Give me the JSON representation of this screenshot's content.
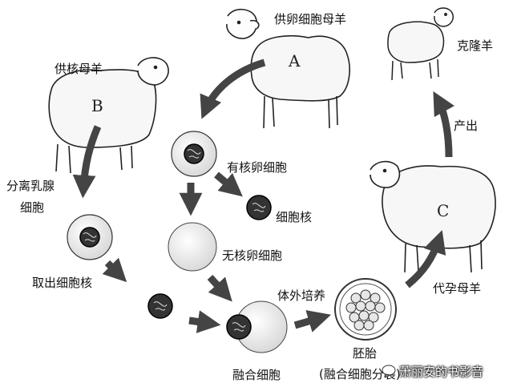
{
  "labels": {
    "donor_egg_ewe": "供卵细胞母羊",
    "cloned_sheep": "克隆羊",
    "nucleus_donor_ewe": "供核母羊",
    "separate_mammary": "分离乳腺",
    "cells": "细胞",
    "nucleated_egg": "有核卵细胞",
    "cell_nucleus": "细胞核",
    "enucleated_egg": "无核卵细胞",
    "extract_nucleus": "取出细胞核",
    "in_vitro_culture": "体外培养",
    "surrogate_ewe": "代孕母羊",
    "birth": "产出",
    "fused_cell": "融合细胞",
    "embryo": "胚胎",
    "embryo_note": "(融合细胞分裂)"
  },
  "letters": {
    "a": "A",
    "b": "B",
    "c": "C"
  },
  "watermark": "萧丽安的书影音"
}
